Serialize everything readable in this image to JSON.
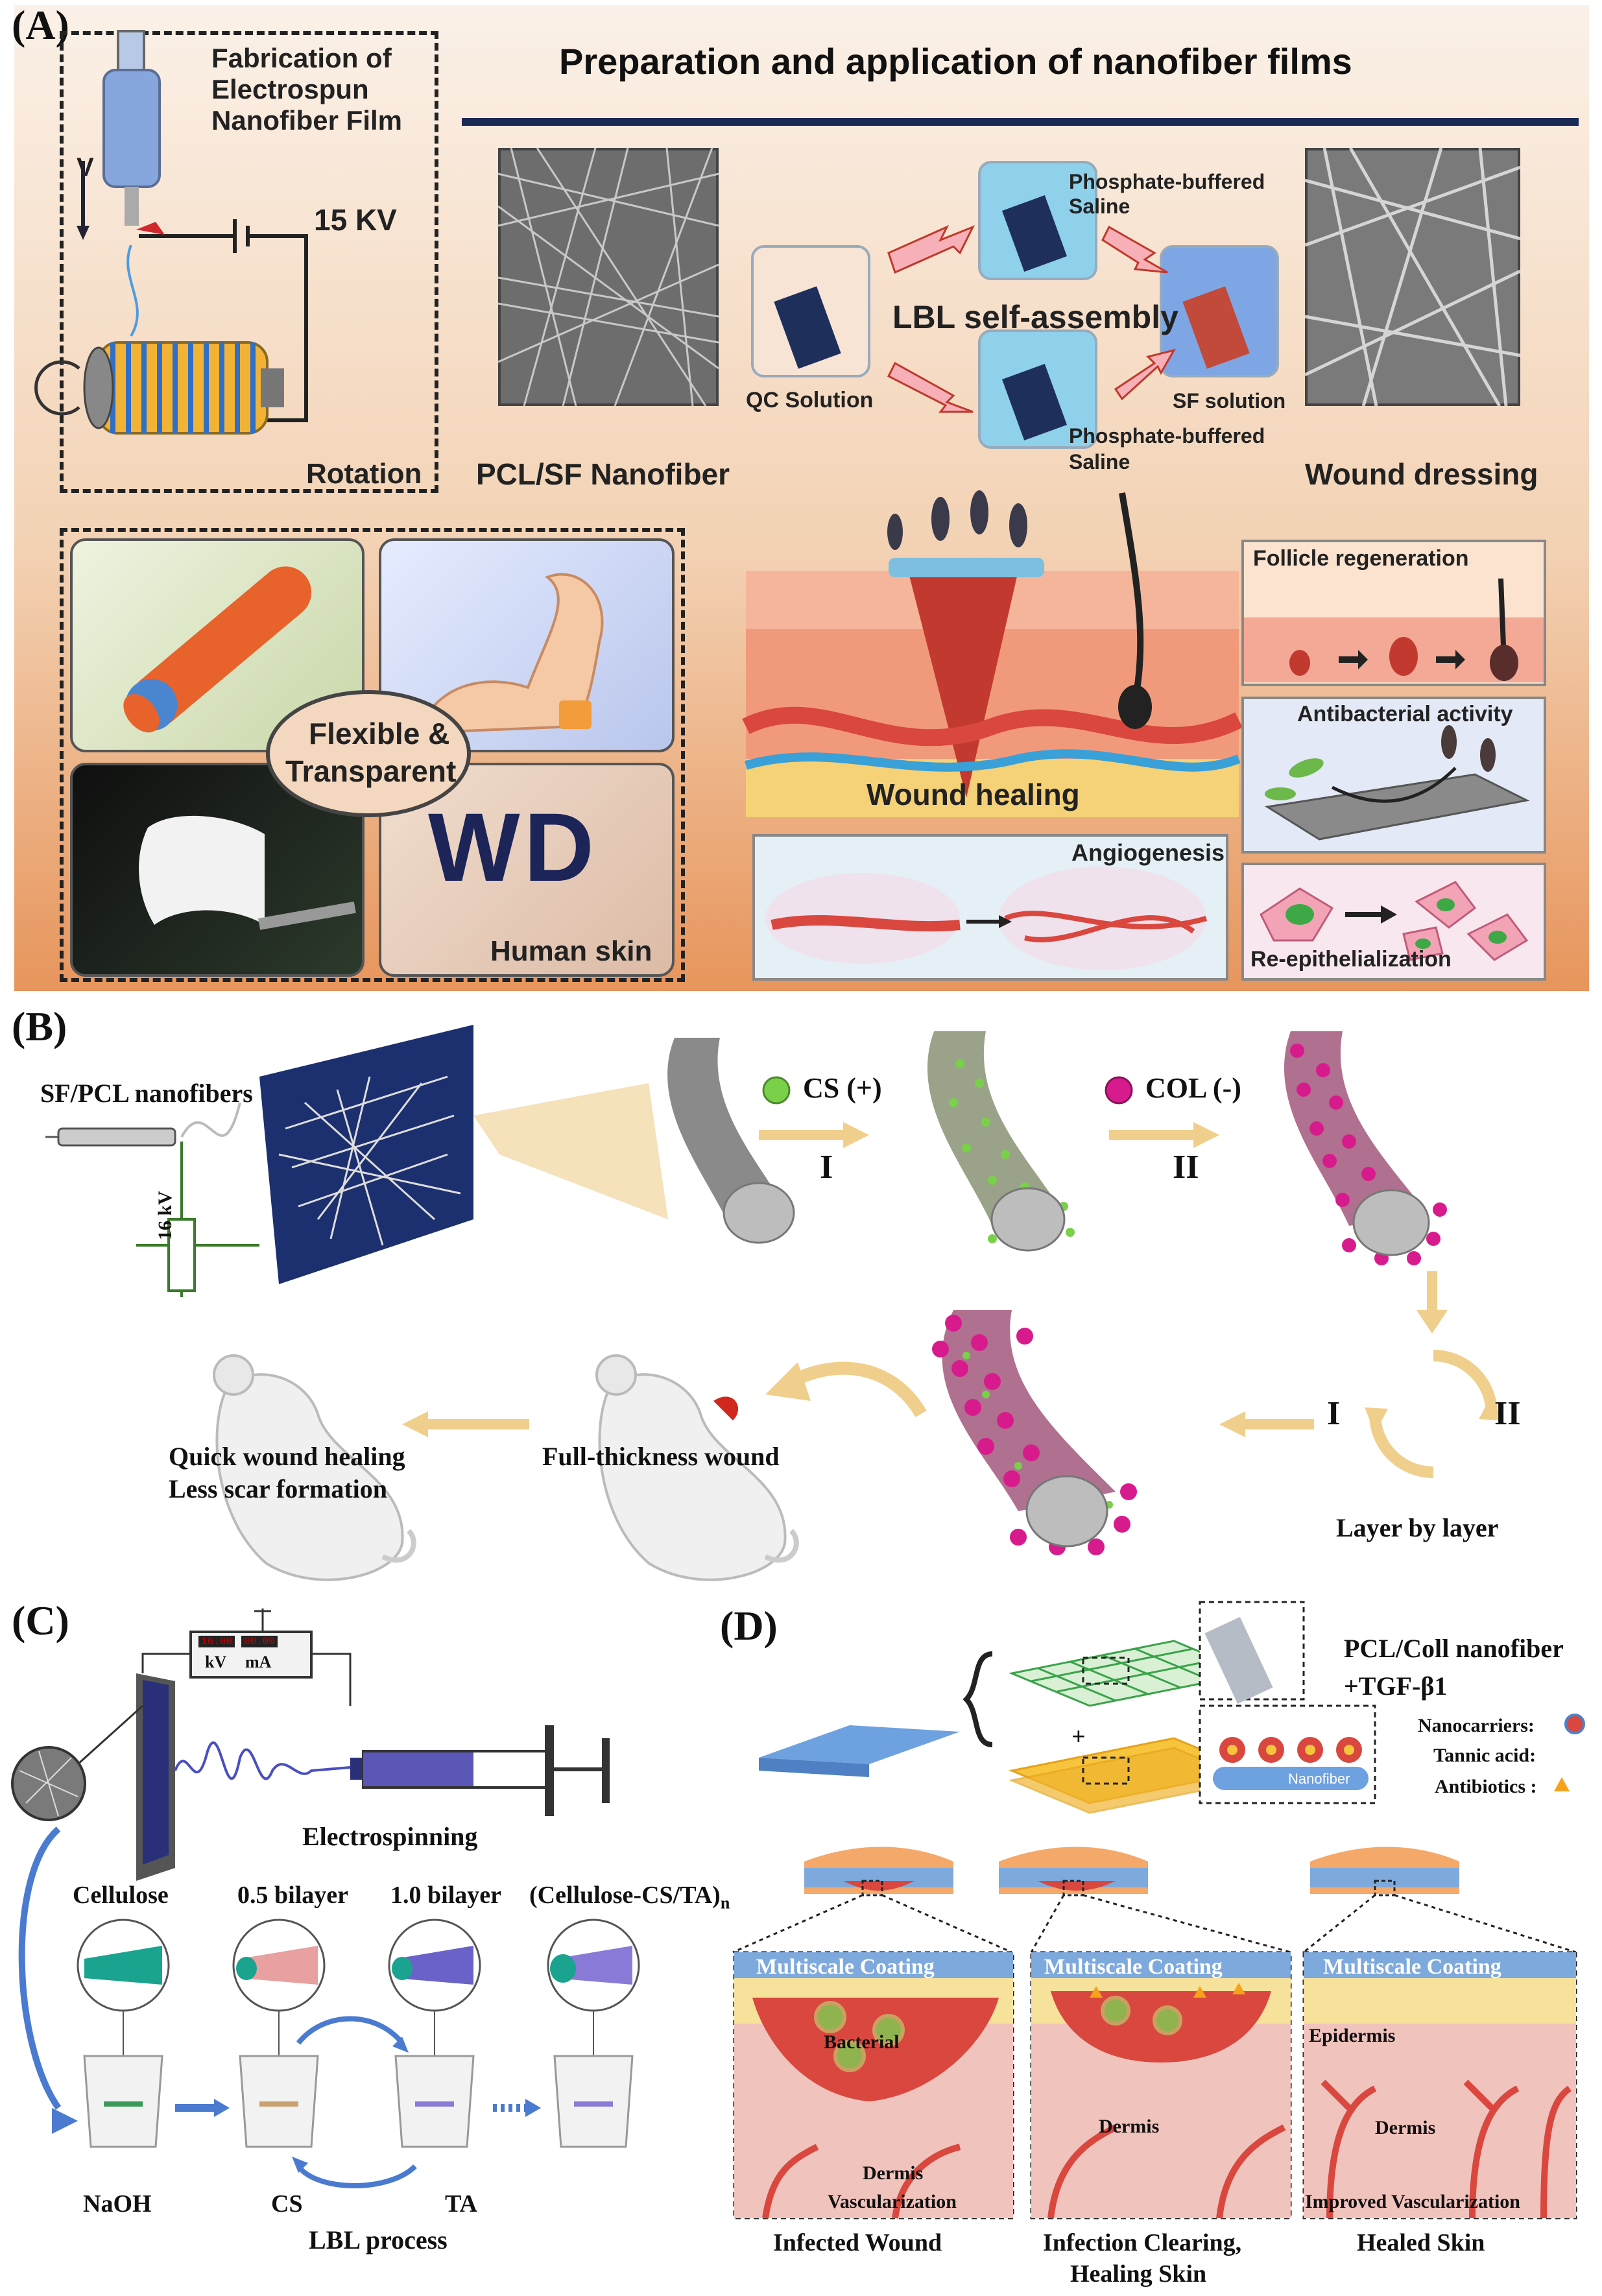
{
  "panel_a": {
    "letter": "(A)",
    "title": "Preparation and application of nanofiber films",
    "fabrication_title_1": "Fabrication of",
    "fabrication_title_2": "Electrospun",
    "fabrication_title_3": "Nanofiber Film",
    "v_label": "V",
    "voltage": "15 KV",
    "rotation": "Rotation",
    "pcl_sf": "PCL/SF Nanofiber",
    "qc_solution": "QC Solution",
    "pbs_top_1": "Phosphate-buffered",
    "pbs_top_2": "Saline",
    "lbl": "LBL self-assembly",
    "sf_solution": "SF solution",
    "pbs_bottom_1": "Phosphate-buffered",
    "pbs_bottom_2": "Saline",
    "wound_dressing": "Wound dressing",
    "flexible_1": "Flexible &",
    "flexible_2": "Transparent",
    "wd_text": "WD",
    "human_skin": "Human skin",
    "wound_healing": "Wound healing",
    "angiogenesis": "Angiogenesis",
    "follicle": "Follicle regeneration",
    "antibacterial": "Antibacterial activity",
    "reepi": "Re-epithelialization"
  },
  "panel_b": {
    "letter": "(B)",
    "sf_pcl": "SF/PCL nanofibers",
    "kv": "16 kV",
    "cs": "CS (+)",
    "col": "COL (-)",
    "step1": "I",
    "step2": "II",
    "cycle1": "I",
    "cycle2": "II",
    "layer_by_layer": "Layer by layer",
    "full_thickness": "Full-thickness wound",
    "quick_1": "Quick wound healing",
    "quick_2": "Less scar formation"
  },
  "panel_c": {
    "letter": "(C)",
    "meter_kv_val": "16.00",
    "meter_ma_val": "00.00",
    "kv": "kV",
    "ma": "mA",
    "electrospinning": "Electrospinning",
    "cellulose": "Cellulose",
    "half_bilayer": "0.5 bilayer",
    "one_bilayer": "1.0 bilayer",
    "cellulose_cs_ta": "(Cellulose-CS/TA)",
    "subscript_n": "n",
    "naoh": "NaOH",
    "cs": "CS",
    "ta": "TA",
    "lbl_process": "LBL process"
  },
  "panel_d": {
    "letter": "(D)",
    "pcl_coll_1": "PCL/Coll nanofiber",
    "pcl_coll_2": "+TGF-β1",
    "plus": "+",
    "nanofiber": "Nanofiber",
    "nanocarriers": "Nanocarriers:",
    "tannic": "Tannic acid:",
    "antibiotics": "Antibiotics :",
    "coating": "Multiscale Coating",
    "bacterial": "Bacterial",
    "dermis": "Dermis",
    "vascularization": "Vascularization",
    "epidermis": "Epidermis",
    "improved_vasc": "Improved Vascularization",
    "infected": "Infected Wound",
    "clearing_1": "Infection Clearing,",
    "clearing_2": "Healing Skin",
    "healed": "Healed Skin"
  },
  "colors": {
    "panel_a_top": "#f6e6d6",
    "panel_a_bottom": "#e8935a",
    "magenta_col": "#d81b8c",
    "green_cs": "#7bd04a",
    "coating_blue": "#7ea9dc",
    "wound_red": "#d9473e",
    "arrow_gold": "#f0cf8c"
  }
}
